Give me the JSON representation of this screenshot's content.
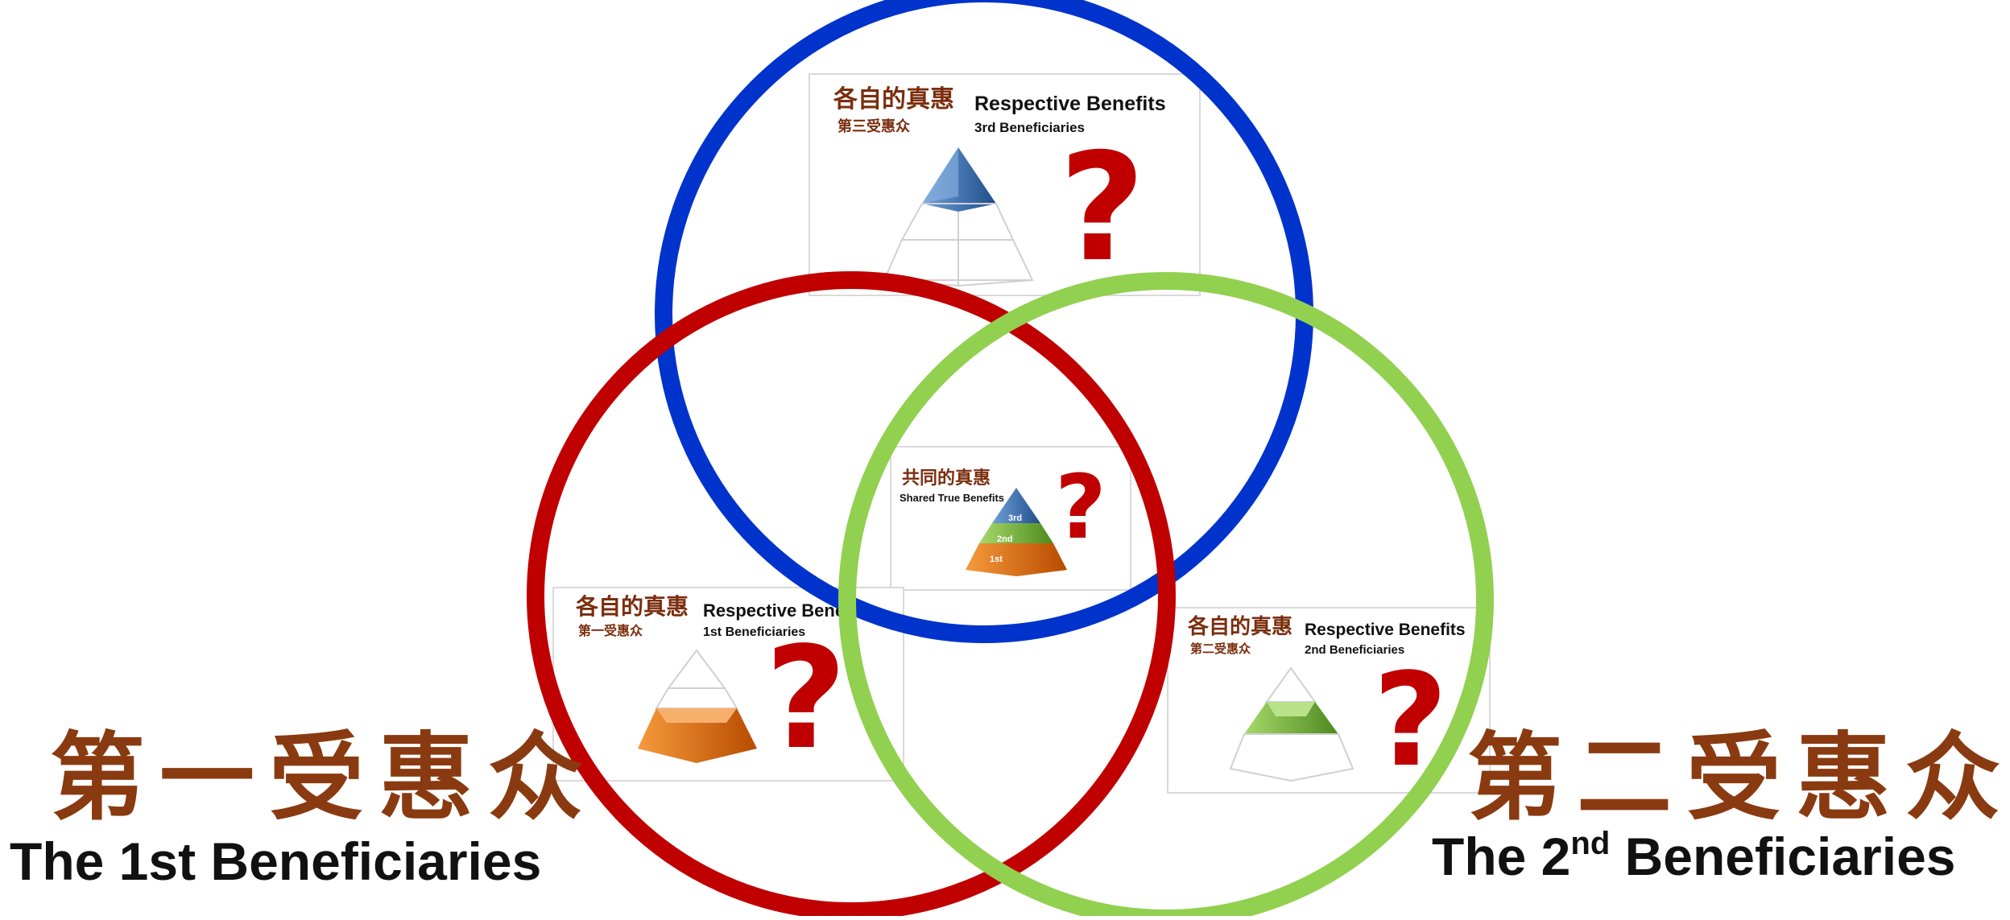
{
  "panels": {
    "third": {
      "title_cn": "各自的真惠",
      "title_en": "Respective Benefits",
      "sub_cn": "第三受惠众",
      "sub_en": "3rd Beneficiaries",
      "qmark": "?"
    },
    "shared": {
      "title_cn": "共同的真惠",
      "title_en": "Shared True Benefits",
      "qmark": "?",
      "tiers": [
        "3rd",
        "2nd",
        "1st"
      ]
    },
    "first": {
      "title_cn": "各自的真惠",
      "title_en": "Respective Bene",
      "sub_cn": "第一受惠众",
      "sub_en": "1st Beneficiaries",
      "qmark": "?"
    },
    "second": {
      "title_cn": "各自的真惠",
      "title_en": "Respective Benefits",
      "sub_cn": "第二受惠众",
      "sub_en": "2nd Beneficiaries",
      "qmark": "?"
    }
  },
  "labels": {
    "first_cn": "第一受惠众",
    "first_en": "The 1st Beneficiaries",
    "second_cn": "第二受惠众",
    "second_en_prefix": "The 2",
    "second_en_sup": "nd",
    "second_en_suffix": " Beneficiaries"
  },
  "colors": {
    "third_circle": "#0033cc",
    "first_circle": "#c00000",
    "second_circle": "#92d050",
    "pyramid_blue": "#3a6ea5",
    "pyramid_green": "#6aa535",
    "pyramid_orange": "#e36c09",
    "question_mark": "#c00000",
    "chinese_text": "#7a2e0e"
  }
}
